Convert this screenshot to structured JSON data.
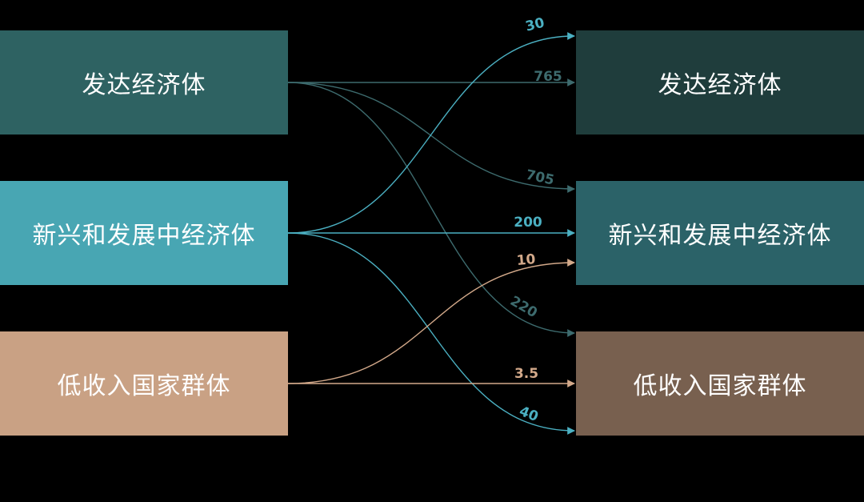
{
  "nodes": {
    "left": [
      {
        "label": "发达经济体",
        "color": "#2e6262"
      },
      {
        "label": "新兴和发展中经济体",
        "color": "#48a6b3"
      },
      {
        "label": "低收入国家群体",
        "color": "#c9a184"
      }
    ],
    "right": [
      {
        "label": "发达经济体",
        "color": "#1f3d3c"
      },
      {
        "label": "新兴和发展中经济体",
        "color": "#2b6268"
      },
      {
        "label": "低收入国家群体",
        "color": "#78604f"
      }
    ]
  },
  "flows": [
    {
      "from": 0,
      "to": 0,
      "value": "765",
      "color": "#3d6b6e"
    },
    {
      "from": 0,
      "to": 1,
      "value": "705",
      "color": "#3d6b6e"
    },
    {
      "from": 0,
      "to": 2,
      "value": "220",
      "color": "#3d6b6e"
    },
    {
      "from": 1,
      "to": 0,
      "value": "30",
      "color": "#4bb0c2"
    },
    {
      "from": 1,
      "to": 1,
      "value": "200",
      "color": "#4bb0c2"
    },
    {
      "from": 1,
      "to": 2,
      "value": "40",
      "color": "#4bb0c2"
    },
    {
      "from": 2,
      "to": 1,
      "value": "10",
      "color": "#d3a98a"
    },
    {
      "from": 2,
      "to": 2,
      "value": "3.5",
      "color": "#d3a98a"
    }
  ]
}
